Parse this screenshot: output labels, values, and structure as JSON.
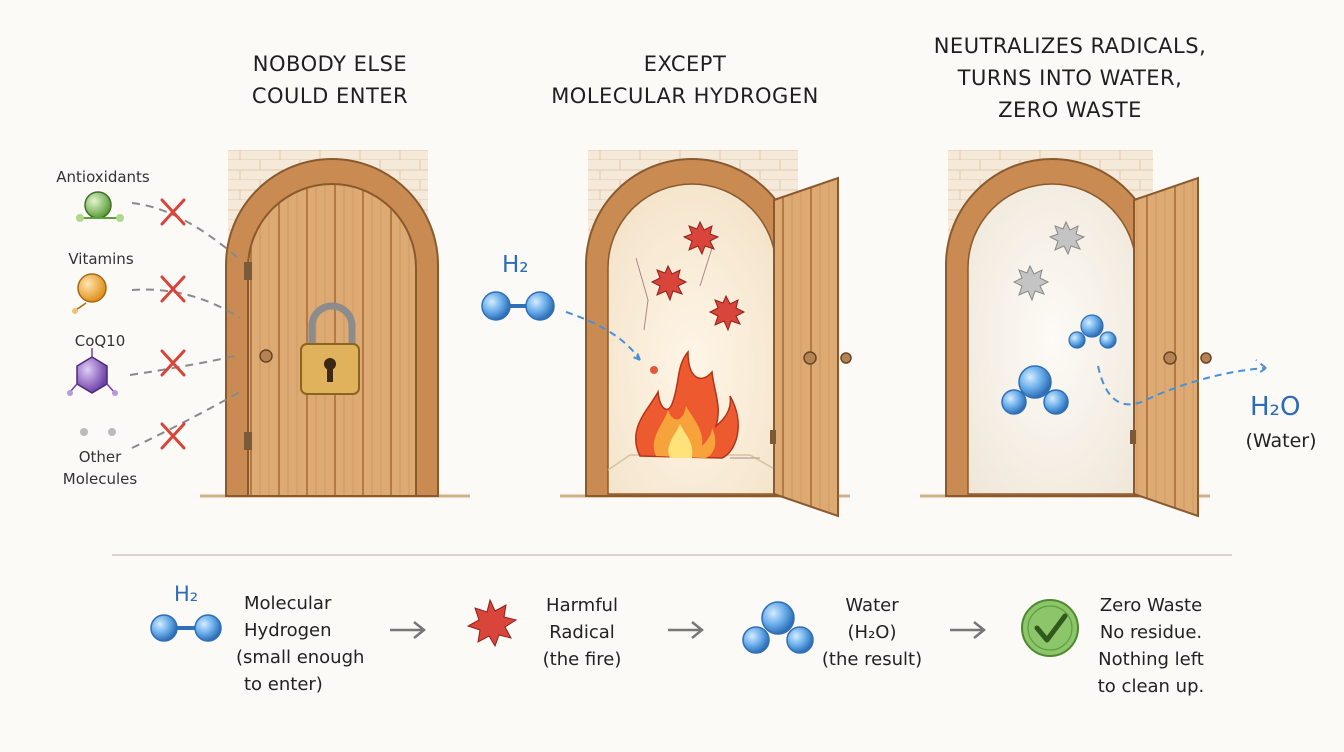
{
  "panels": [
    {
      "title_lines": [
        "NOBODY ELSE",
        "COULD ENTER"
      ]
    },
    {
      "title_lines": [
        "EXCEPT",
        "MOLECULAR HYDROGEN"
      ]
    },
    {
      "title_lines": [
        "NEUTRALIZES RADICALS,",
        "TURNS INTO WATER,",
        "ZERO WASTE"
      ]
    }
  ],
  "blocked_molecules": [
    {
      "label": "Antioxidants",
      "color": "#7fbf5a"
    },
    {
      "label": "Vitamins",
      "color": "#f0a830"
    },
    {
      "label": "CoQ10",
      "color": "#8a5cc4"
    },
    {
      "label": "Other Molecules",
      "label_lines": [
        "Other",
        "Molecules"
      ],
      "color": "#999999"
    }
  ],
  "h2_label": "H₂",
  "water_out": {
    "formula": "H₂O",
    "name": "(Water)"
  },
  "legend": [
    {
      "icon": "h2-molecule-icon",
      "symbol": "H₂",
      "lines": [
        "Molecular",
        "Hydrogen",
        "(small enough",
        "to enter)"
      ]
    },
    {
      "icon": "radical-icon",
      "lines": [
        "Harmful",
        "Radical",
        "(the fire)"
      ]
    },
    {
      "icon": "water-molecule-icon",
      "lines": [
        "Water",
        "(H₂O)",
        "(the result)"
      ]
    },
    {
      "icon": "checkmark-icon",
      "lines": [
        "Zero Waste",
        "No residue.",
        "Nothing left",
        "to clean up."
      ]
    }
  ],
  "colors": {
    "wood": "#d9a06a",
    "wood_dark": "#9a6233",
    "brick": "#e6c7a6",
    "h2_blue": "#4a90d9",
    "radical_red": "#d9453a",
    "radical_gray": "#b5b5b5",
    "cross_red": "#d8443a",
    "check_green": "#6ab04c"
  }
}
